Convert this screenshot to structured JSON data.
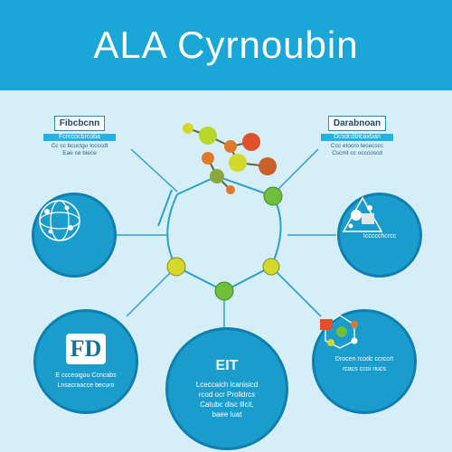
{
  "header": {
    "title": "ALA Cyrnoubin",
    "bg": "#1aa6d6"
  },
  "colors": {
    "node_blue": "#1a9ccc",
    "line": "#2aa0cc",
    "atom_yellow": "#d4d82a",
    "atom_green": "#6fbf3a",
    "atom_orange": "#e07a2a",
    "atom_red": "#e0502a"
  },
  "top_left_label": {
    "tag": "Fibcbcnn",
    "bar": "Fcrccocbrcoba",
    "line1": "Cc cc bcuctgu tccccdt",
    "line2": "Eae ce biece"
  },
  "top_right_label": {
    "tag": "Darabnoan",
    "bar": "Dcsdcdbtcaxban",
    "line1": "Ccc etocro tececscc",
    "line2": "Cscmt cc occcoscd"
  },
  "nodes": {
    "left": {
      "icon": "globe-network-icon"
    },
    "right": {
      "icon": "puzzle-network-icon",
      "caption": "Iccccchcrcc"
    },
    "bottom_left": {
      "logo": "FD",
      "line1": "E ccceoigou Ccncabs",
      "line2": "Lnsacraacce becuro"
    },
    "bottom_center": {
      "heading": "EIT",
      "line1": "Lceccaich lcanisicd",
      "line2": "rcod ocr Prolldrcs",
      "line3": "Catubc disc lllcit,",
      "line4": "baee luat"
    },
    "bottom_right": {
      "icon": "molecule-network-icon",
      "line1": "Drocen rcodc ccrccrt",
      "line2": "rcacs ccoi riucs"
    }
  }
}
